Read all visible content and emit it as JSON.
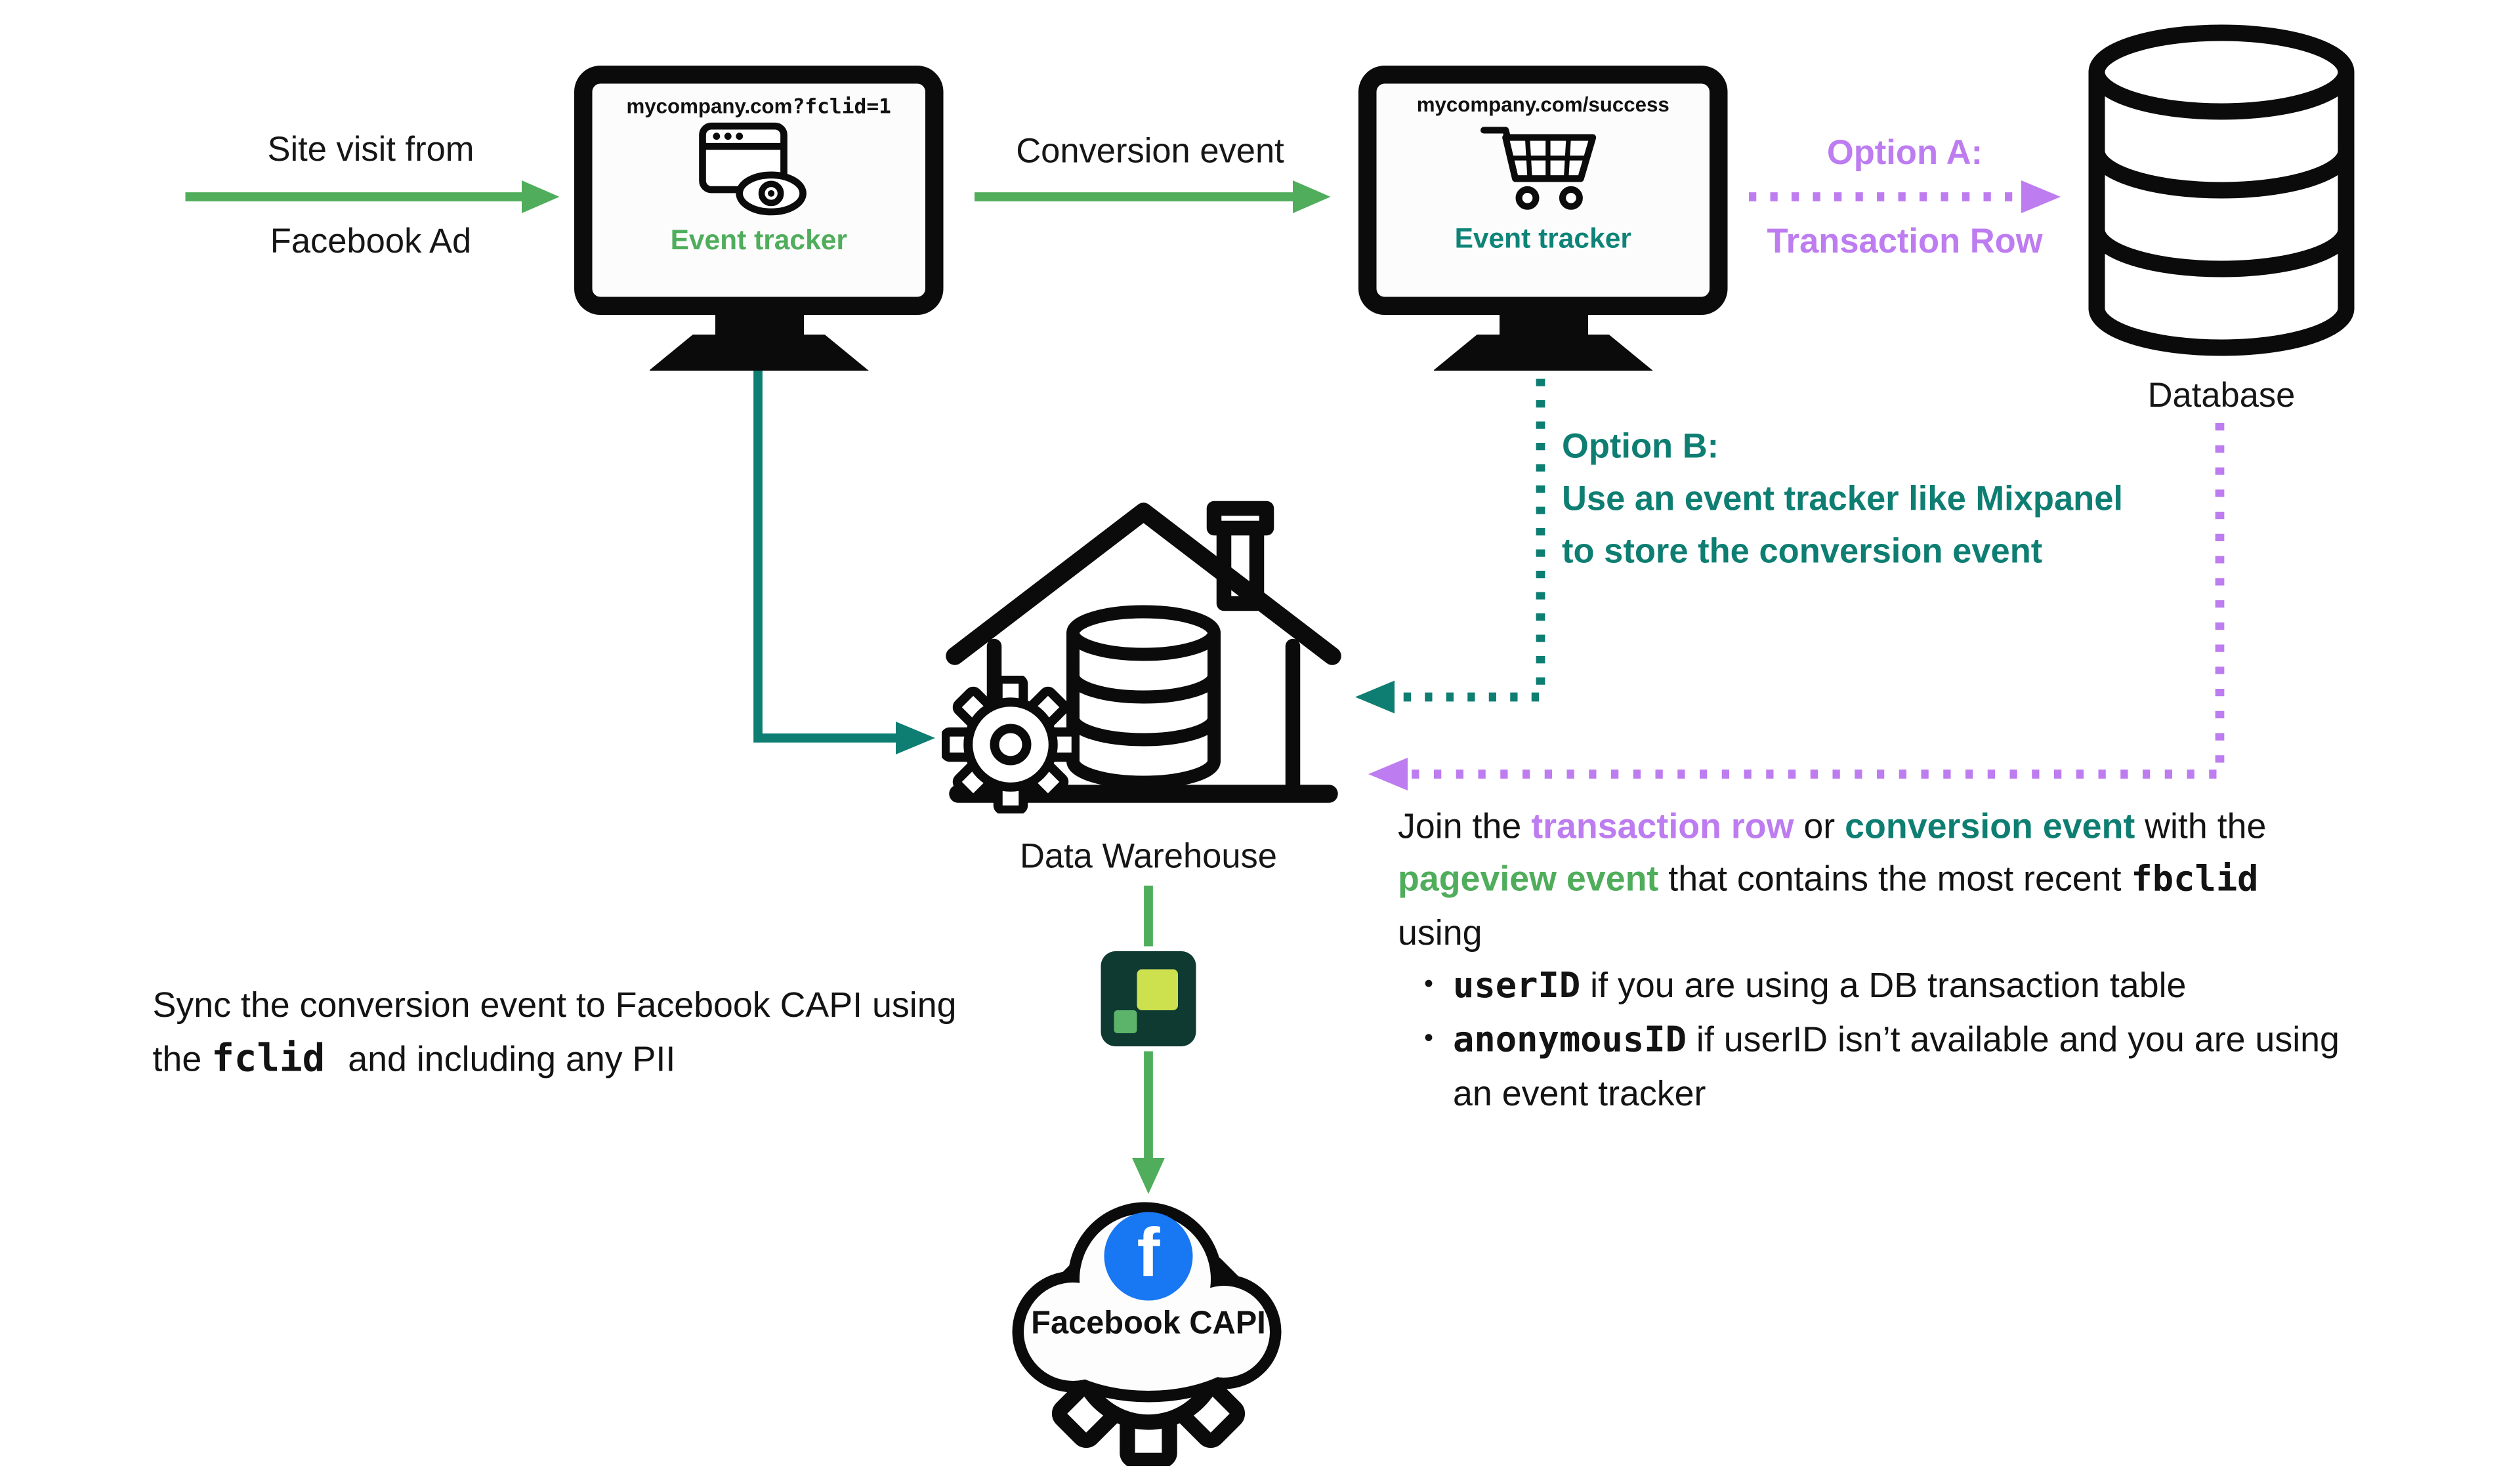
{
  "colors": {
    "green": "#4fad5b",
    "teal": "#0e7e72",
    "purple": "#bd7cef",
    "fb_blue": "#1877F2",
    "ink": "#131313",
    "sync_tile_dark": "#0e3a31",
    "sync_tile_lime": "#cde04e",
    "sync_tile_green": "#5bb469"
  },
  "icons": {
    "monitor1": "desktop-monitor-icon",
    "monitor1_screen": "browser-window-eye-icon",
    "monitor2": "desktop-monitor-icon",
    "monitor2_screen": "shopping-cart-icon",
    "database": "database-cylinder-icon",
    "warehouse": "house-gear-database-icon",
    "sync_tile": "sync-tool-logo-icon",
    "capi": "cloud-gear-facebook-icon"
  },
  "labels": {
    "site_visit_line1": "Site visit from",
    "site_visit_line2": "Facebook Ad",
    "conversion_event": "Conversion event",
    "option_a_title": "Option A:",
    "option_a_sub": "Transaction Row",
    "option_b_title": "Option B:",
    "option_b_line1": "Use an event tracker like Mixpanel",
    "option_b_line2": "to store the conversion event",
    "database": "Database",
    "warehouse": "Data Warehouse",
    "capi": "Facebook CAPI",
    "fb_letter": "f",
    "bullet": "•"
  },
  "monitor1": {
    "url_main": "mycompany.com",
    "url_accent": "?fclid=1",
    "tracker": "Event tracker"
  },
  "monitor2": {
    "url_main": "mycompany.com",
    "url_accent": "/success",
    "tracker": "Event tracker"
  },
  "sync_note": {
    "line1": "Sync the conversion event to Facebook CAPI using",
    "line2_pre": "the ",
    "line2_code": "fclid",
    "line2_post": " and including any PII"
  },
  "join_note": {
    "l1_a": "Join the ",
    "l1_purple": "transaction row",
    "l1_b": " or ",
    "l1_teal": "conversion event",
    "l1_c": " with the",
    "l2_green": "pageview event",
    "l2_a": " that contains the most recent ",
    "l2_code": "fbclid",
    "l3": "using",
    "b1_code": "userID",
    "b1_text": " if you are using a DB transaction table",
    "b2_code": "anonymousID",
    "b2_text": " if userID isn’t available and you are using an event tracker"
  }
}
